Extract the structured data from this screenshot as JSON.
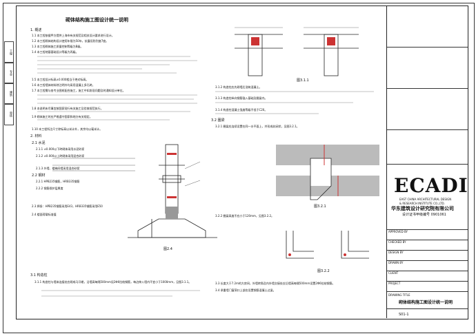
{
  "doc_title": "砌体结构施工图设计统一说明",
  "left_strip": [
    "工程",
    "专业",
    "建筑",
    "审核"
  ],
  "notes": [
    {
      "label": "1. 概述"
    },
    {
      "label": "1.1 本工程依据甲方提供上海市有关规范及相关设计要求进行设计。"
    },
    {
      "label": "1.2 本工程砌体结构设计使用年限为50年，抗震设防烈度7度。"
    },
    {
      "label": "1.3 本工程砌体施工质量控制等级为B级。"
    },
    {
      "label": "1.4 本工程地基基础设计等级为丙级。"
    },
    {
      "label": "1.5 本工程设计标高±0.000相当于绝对标高。"
    },
    {
      "label": "1.6 本工程墙体材料除注明外均采用混凝土多孔砖。"
    },
    {
      "label": "1.7 本工程需与各专业图纸配合施工，施工中如发现问题及时通知设计单位。"
    },
    {
      "label": "1.8 本说明未尽事宜按国家现行有关施工及验收规范执行。"
    },
    {
      "label": "1.9 砌体施工时应严格遵守国家和地方有关规定。"
    },
    {
      "label": "1.10 本工程所注尺寸除标高以米计外，其余均以毫米计。"
    },
    {
      "label": "2. 材料"
    },
    {
      "label": "2.1 水泥"
    },
    {
      "label": "2.1.1 ±0.000以下砖砌体采用水泥砂浆"
    },
    {
      "label": "2.1.2 ±0.000以上砖砌体采用混合砂浆"
    },
    {
      "label": "2.1.3 外墙、楼梯间墙采用混合砂浆"
    },
    {
      "label": "2.2 钢材"
    },
    {
      "label": "2.2.1 HPB235钢筋，HRB335钢筋"
    },
    {
      "label": "2.2.2 钢筋保护层厚度"
    },
    {
      "label": "2.3 焊条：HPB235钢筋采用E43，HRB335钢筋采用E50"
    },
    {
      "label": "2.4 楼面荷载标准值"
    }
  ],
  "fig_labels": [
    "图3.1.1",
    "图2.4",
    "图3.2.1",
    "图3.2.2"
  ],
  "section3": [
    {
      "label": "3.1 构造柱"
    },
    {
      "label": "3.1.1 构造柱与墙体连接处应砌成马牙槎，沿墙高每隔500mm设2Φ6拉结钢筋，每边伸入墙内不宜小于1000mm，见图3.1.1。"
    },
    {
      "label": "3.1.2 构造柱应先砌墙后浇筑混凝土。"
    },
    {
      "label": "3.1.3 构造柱纵向钢筋锚入基础及圈梁内。"
    },
    {
      "label": "3.1.4 构造柱混凝土强度等级不低于C20。"
    },
    {
      "label": "3.2 圈梁"
    },
    {
      "label": "3.2.1 圈梁应连续设置在同一水平面上，并形成封闭状，见图3.2.1。"
    },
    {
      "label": "3.2.2 圈梁高度不应小于120mm，见图3.2.2。"
    },
    {
      "label": "3.3 长度大于7.2m的大房间，外墙转角及内外墙交接处应沿墙高每隔500mm设置2Φ6拉结钢筋。"
    },
    {
      "label": "3.4 承重墙门窗洞口上部应设置钢筋混凝土过梁。"
    }
  ],
  "title_block": {
    "logo_big": "ECADI",
    "logo_en1": "EAST CHINA ARCHITECTURAL DESIGN",
    "logo_en2": "& RESEARCH INSTITUTE CO.,LTD.",
    "logo_cn": "华东建筑设计研究院有限公司",
    "cert": "设计证书甲级编号 0901061",
    "rows": [
      "APPROVED BY",
      "CHECKED BY",
      "DESIGN BY",
      "DRAWN BY",
      "CLIENT",
      "PROJECT",
      "DRAWING TITLE"
    ],
    "drawing_title": "砌体结构施工图设计统一说明",
    "drawing_no": "S01-1"
  }
}
